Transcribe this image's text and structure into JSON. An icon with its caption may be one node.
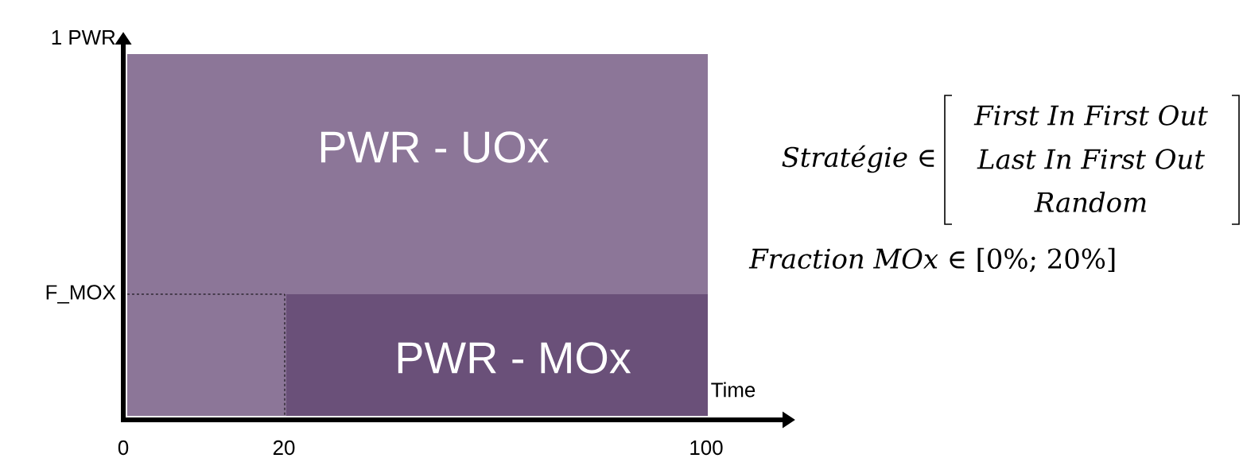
{
  "diagram": {
    "nodes": [
      {
        "text": [
          "PWR - UOx"
        ]
      },
      {
        "text": [],
        "shape": "box"
      },
      {
        "text": [
          "PWR - MOx"
        ]
      }
    ],
    "labels": [
      "1 PWR",
      "*Stratégie* ∈",
      "First In First Out",
      "Last In First Out",
      "Random",
      "F_MOX",
      "*Fraction MOx* ∈ [0%; 20%]",
      "Time",
      "0",
      "20",
      "100"
    ]
  }
}
